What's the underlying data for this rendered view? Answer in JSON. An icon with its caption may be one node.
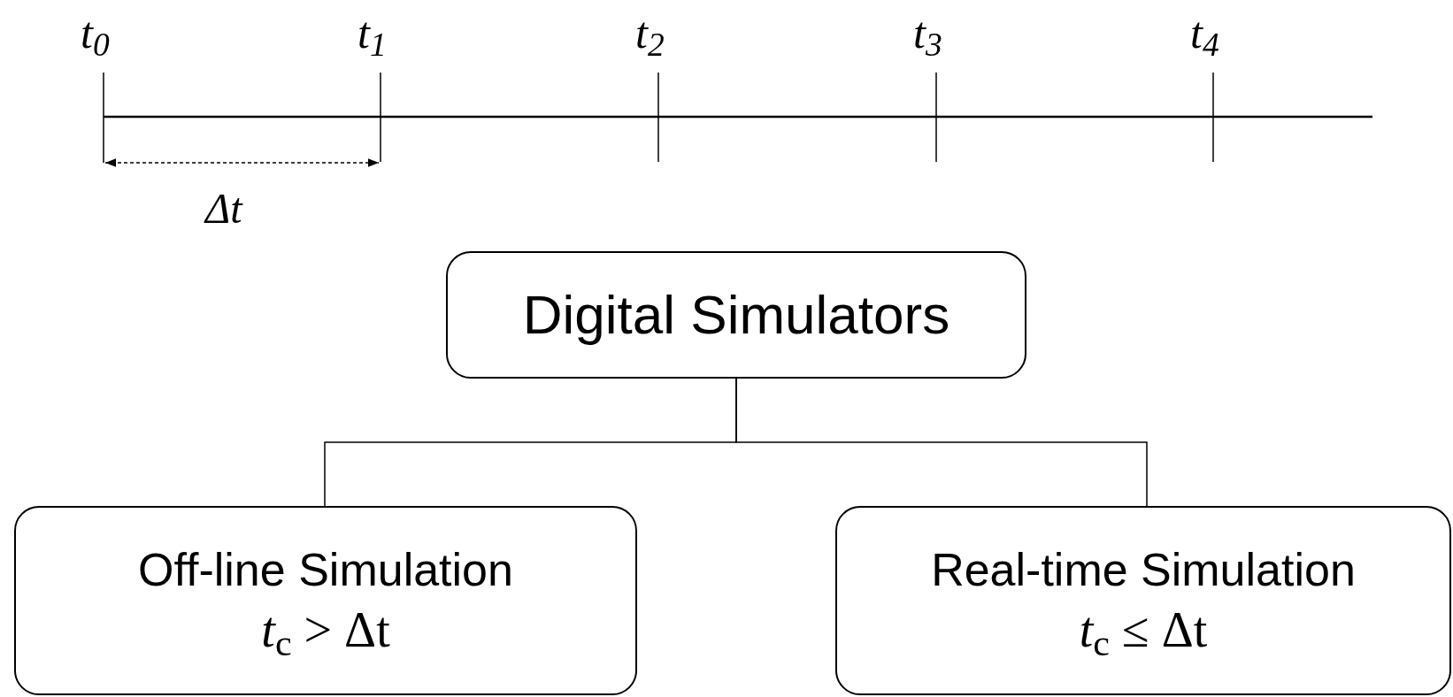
{
  "diagram": {
    "nodes": [
      {
        "text": [
          "Digital Simulators"
        ]
      },
      {
        "text": [
          "Off-line Simulation",
          "*t*$_{c}$ > Δt"
        ]
      },
      {
        "text": [
          "Real-time Simulation",
          "*t*$_{c}$ ≤ Δt"
        ]
      }
    ],
    "edges": [
      {
        "from": 0,
        "to": 1,
        "arrow": "none"
      },
      {
        "from": 0,
        "to": 2,
        "arrow": "none"
      }
    ],
    "labels": [
      "t$_{0}$",
      "t$_{1}$",
      "t$_{2}$",
      "t$_{3}$",
      "t$_{4}$",
      "Δt"
    ]
  }
}
